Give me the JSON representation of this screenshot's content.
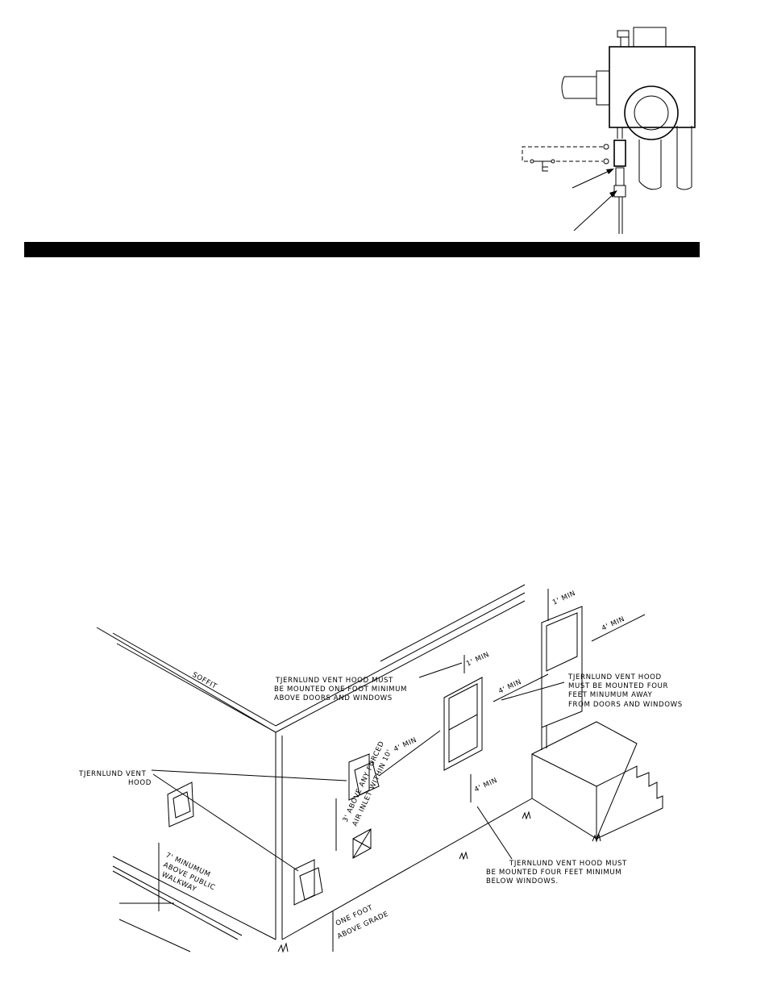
{
  "labels": {
    "soffit": "SOFFIT",
    "one_min_top": "1' MIN",
    "four_min_door": "4' MIN",
    "one_min_window": "1' MIN",
    "four_min_window_right": "4' MIN",
    "four_min_window_left": "4' MIN",
    "four_min_below": "4' MIN",
    "note_above_1": "TJERNLUND VENT HOOD MUST",
    "note_above_2": "BE MOUNTED ONE FOOT MINIMUM",
    "note_above_3": "ABOVE DOORS AND WINDOWS",
    "note_away_1": "TJERNLUND VENT HOOD",
    "note_away_2": "MUST BE MOUNTED FOUR",
    "note_away_3": "FEET MINUMUM AWAY",
    "note_away_4": "FROM DOORS AND WINDOWS",
    "hood_1": "TJERNLUND VENT",
    "hood_2": "HOOD",
    "forced_1": "3' ABOVE ANY FORCED",
    "forced_2": "AIR INLET WITHIN 10'",
    "walkway_1": "7' MINUMUM",
    "walkway_2": "ABOVE PUBLIC",
    "walkway_3": "WALKWAY",
    "grade_1": "ONE FOOT",
    "grade_2": "ABOVE GRADE",
    "below_1": "TJERNLUND VENT HOOD MUST",
    "below_2": "BE MOUNTED FOUR FEET MINIMUM",
    "below_3": "BELOW WINDOWS."
  }
}
